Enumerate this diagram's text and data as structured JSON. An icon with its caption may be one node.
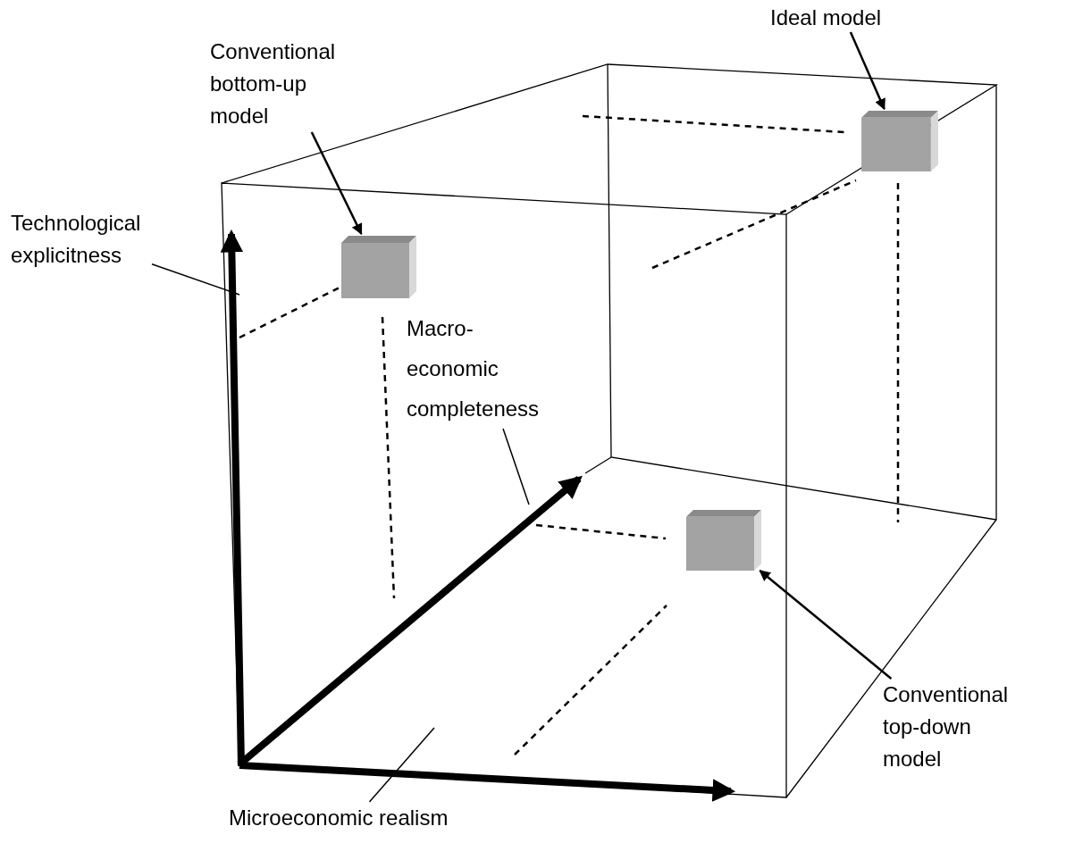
{
  "diagram": {
    "nodes": [
      {
        "text": [
          "Conventional bottom-up model"
        ]
      },
      {
        "text": [],
        "shape": "cube"
      },
      {
        "text": [
          "Ideal model"
        ]
      },
      {
        "text": [],
        "shape": "cube"
      },
      {
        "text": [
          "Conventional top-down model"
        ]
      },
      {
        "text": [],
        "shape": "cube"
      },
      {
        "text": [
          "Technological explicitness"
        ]
      },
      {
        "text": [
          "Macro-economic completeness"
        ]
      },
      {
        "text": [
          "Microeconomic realism"
        ]
      }
    ],
    "edges": [
      {
        "from": 0,
        "to": 1,
        "arrow": "to"
      },
      {
        "from": 2,
        "to": 3,
        "arrow": "to"
      },
      {
        "from": 4,
        "to": 5,
        "arrow": "to"
      },
      {
        "from": 6,
        "to": null,
        "arrow": "none"
      },
      {
        "from": 7,
        "to": null,
        "arrow": "none"
      },
      {
        "from": 8,
        "to": null,
        "arrow": "none"
      }
    ]
  }
}
